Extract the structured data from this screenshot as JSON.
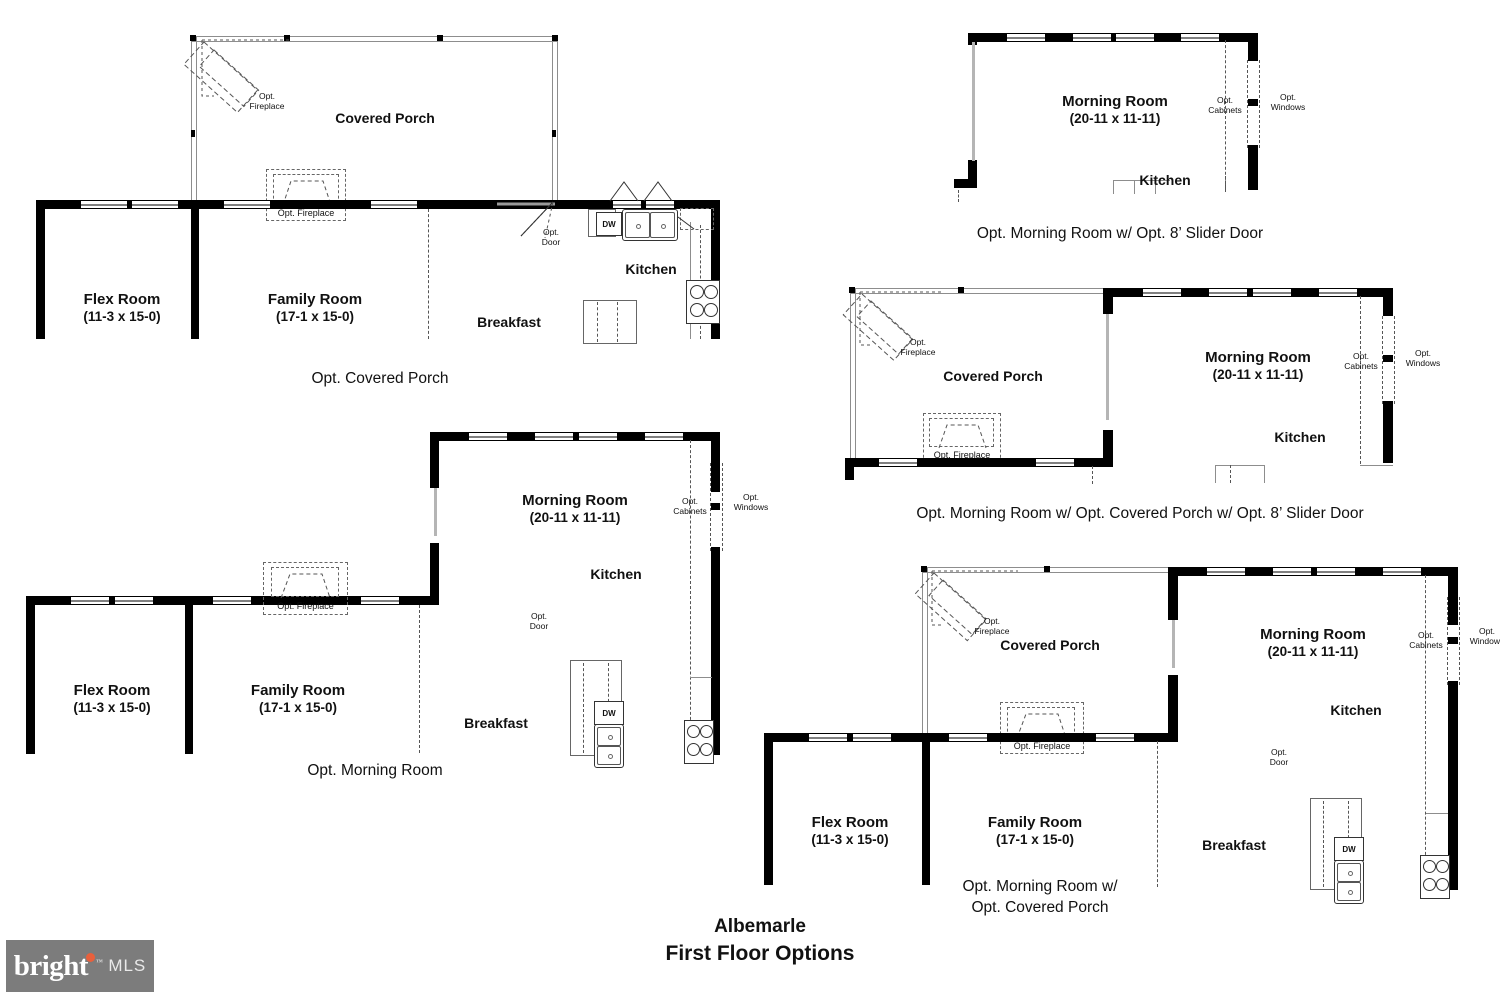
{
  "document": {
    "title_line1": "Albemarle",
    "title_line2": "First Floor Options"
  },
  "logo": {
    "word": "bright",
    "tm": "™",
    "suffix": "MLS"
  },
  "labels": {
    "flex_room": "Flex Room",
    "flex_room_dim": "(11-3 x 15-0)",
    "family_room": "Family Room",
    "family_room_dim": "(17-1 x 15-0)",
    "breakfast": "Breakfast",
    "kitchen": "Kitchen",
    "covered_porch": "Covered Porch",
    "morning_room": "Morning Room",
    "morning_room_dim": "(20-11 x 11-11)",
    "opt_fireplace": "Opt. Fireplace",
    "opt_fireplace_l1": "Opt.",
    "opt_fireplace_l2": "Fireplace",
    "opt_door_l1": "Opt.",
    "opt_door_l2": "Door",
    "opt_cabinets_l1": "Opt.",
    "opt_cabinets_l2": "Cabinets",
    "opt_windows_l1": "Opt.",
    "opt_windows_l2": "Windows",
    "dw": "DW"
  },
  "plans": [
    {
      "id": "opt-covered-porch",
      "caption": "Opt. Covered Porch"
    },
    {
      "id": "opt-morning-room-slider",
      "caption": "Opt. Morning Room w/ Opt. 8’ Slider Door"
    },
    {
      "id": "opt-morning-room-porch-slider",
      "caption": "Opt. Morning Room w/ Opt. Covered Porch w/ Opt. 8’ Slider Door"
    },
    {
      "id": "opt-morning-room",
      "caption": "Opt. Morning Room"
    },
    {
      "id": "opt-morning-room-covered-porch",
      "caption_line1": "Opt. Morning Room w/",
      "caption_line2": "Opt. Covered Porch"
    }
  ],
  "colors": {
    "wall": "#000000",
    "thin_wall": "#9a9a9a",
    "dashed": "#555555",
    "logo_bg": "#7c7c7c",
    "logo_accent": "#e8603c",
    "paper": "#ffffff"
  }
}
